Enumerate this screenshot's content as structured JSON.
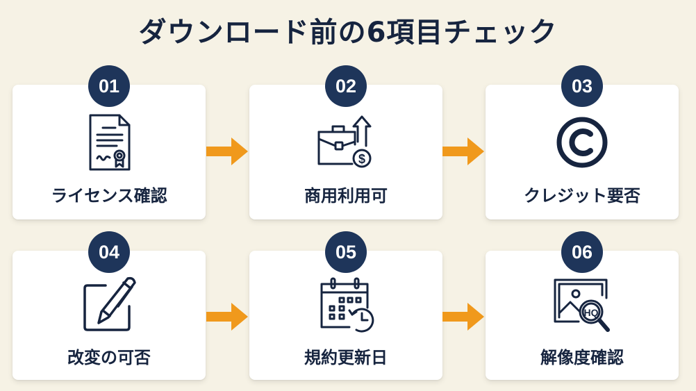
{
  "title": "ダウンロード前の6項目チェック",
  "colors": {
    "background": "#f6f2e5",
    "card": "#ffffff",
    "badge": "#1e355a",
    "text": "#16243f",
    "arrow": "#f0991c"
  },
  "steps": [
    {
      "number": "01",
      "label": "ライセンス確認",
      "icon": "license-document-icon"
    },
    {
      "number": "02",
      "label": "商用利用可",
      "icon": "briefcase-dollar-icon"
    },
    {
      "number": "03",
      "label": "クレジット要否",
      "icon": "copyright-icon"
    },
    {
      "number": "04",
      "label": "改変の可否",
      "icon": "edit-pencil-icon"
    },
    {
      "number": "05",
      "label": "規約更新日",
      "icon": "calendar-clock-icon"
    },
    {
      "number": "06",
      "label": "解像度確認",
      "icon": "image-hq-magnifier-icon"
    }
  ],
  "icon_texts": {
    "dollar": "$",
    "hq": "HQ"
  }
}
